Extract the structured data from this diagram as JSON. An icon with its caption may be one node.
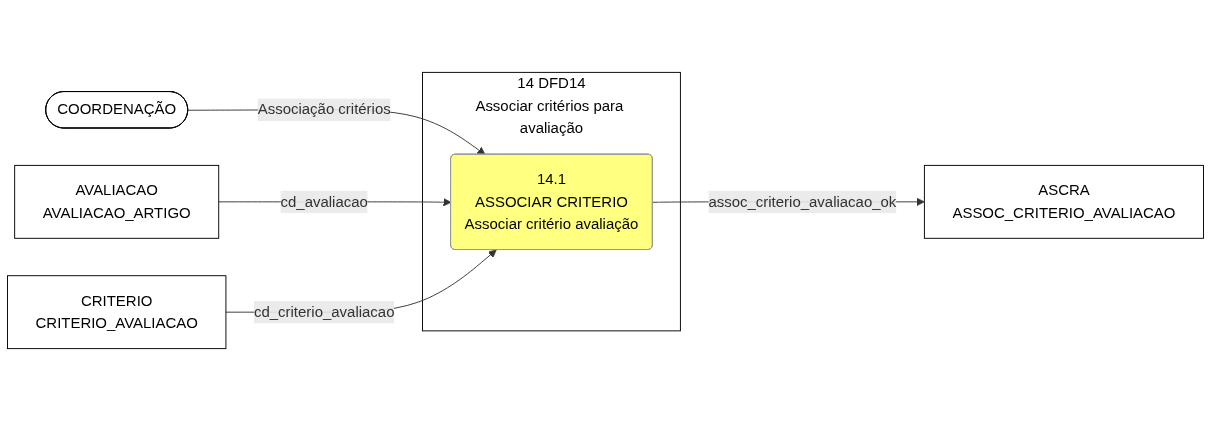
{
  "diagram": {
    "nodes": [
      {
        "text": [
          "14 DFD14",
          "Associar critérios para avaliação"
        ]
      },
      {
        "text": [
          "14.1",
          "ASSOCIAR CRITERIO",
          "Associar critério avaliação"
        ],
        "in": 0
      },
      {
        "text": [
          "COORDENAÇÃO"
        ]
      },
      {
        "text": [
          "AVALIACAO",
          "AVALIACAO_ARTIGO"
        ]
      },
      {
        "text": [
          "ASCRA",
          "ASSOC_CRITERIO_AVALIACAO"
        ]
      },
      {
        "text": [
          "CRITERIO",
          "CRITERIO_AVALIACAO"
        ]
      }
    ],
    "edges": [
      {
        "from": 2,
        "to": 1,
        "label": "Associação critérios",
        "arrow": "to"
      },
      {
        "from": 3,
        "to": 1,
        "label": "cd_avaliacao",
        "arrow": "to"
      },
      {
        "from": 1,
        "to": 4,
        "label": "assoc_criterio_avaliacao_ok",
        "arrow": "to"
      },
      {
        "from": 5,
        "to": 1,
        "label": "cd_criterio_avaliacao",
        "arrow": "to"
      }
    ]
  }
}
